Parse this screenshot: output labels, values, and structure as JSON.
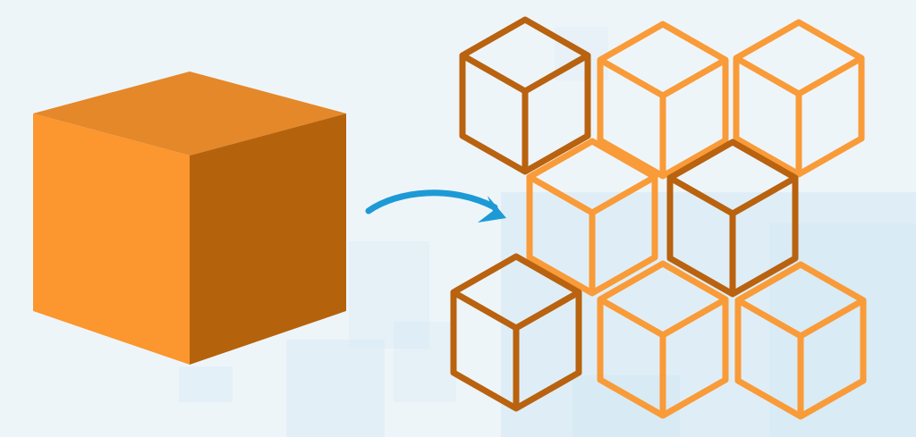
{
  "diagram": {
    "concept": "monolith-to-microservices",
    "source": {
      "colors": {
        "top": "#e4882a",
        "left": "#fc962e",
        "right": "#b5620c"
      }
    },
    "arrow": {
      "color": "#1d9ad6",
      "direction": "right"
    },
    "targets": {
      "stroke_colors": {
        "dark": "#b9620f",
        "light": "#f99b38"
      },
      "cubes": [
        {
          "id": "cube-1",
          "tone": "dark"
        },
        {
          "id": "cube-2",
          "tone": "light"
        },
        {
          "id": "cube-3",
          "tone": "light"
        },
        {
          "id": "cube-4",
          "tone": "light"
        },
        {
          "id": "cube-5",
          "tone": "dark"
        },
        {
          "id": "cube-6",
          "tone": "dark"
        },
        {
          "id": "cube-7",
          "tone": "light"
        },
        {
          "id": "cube-8",
          "tone": "light"
        }
      ]
    },
    "background": {
      "base": "#eef5f9",
      "pixel_tint": "#d4e8f4"
    }
  }
}
